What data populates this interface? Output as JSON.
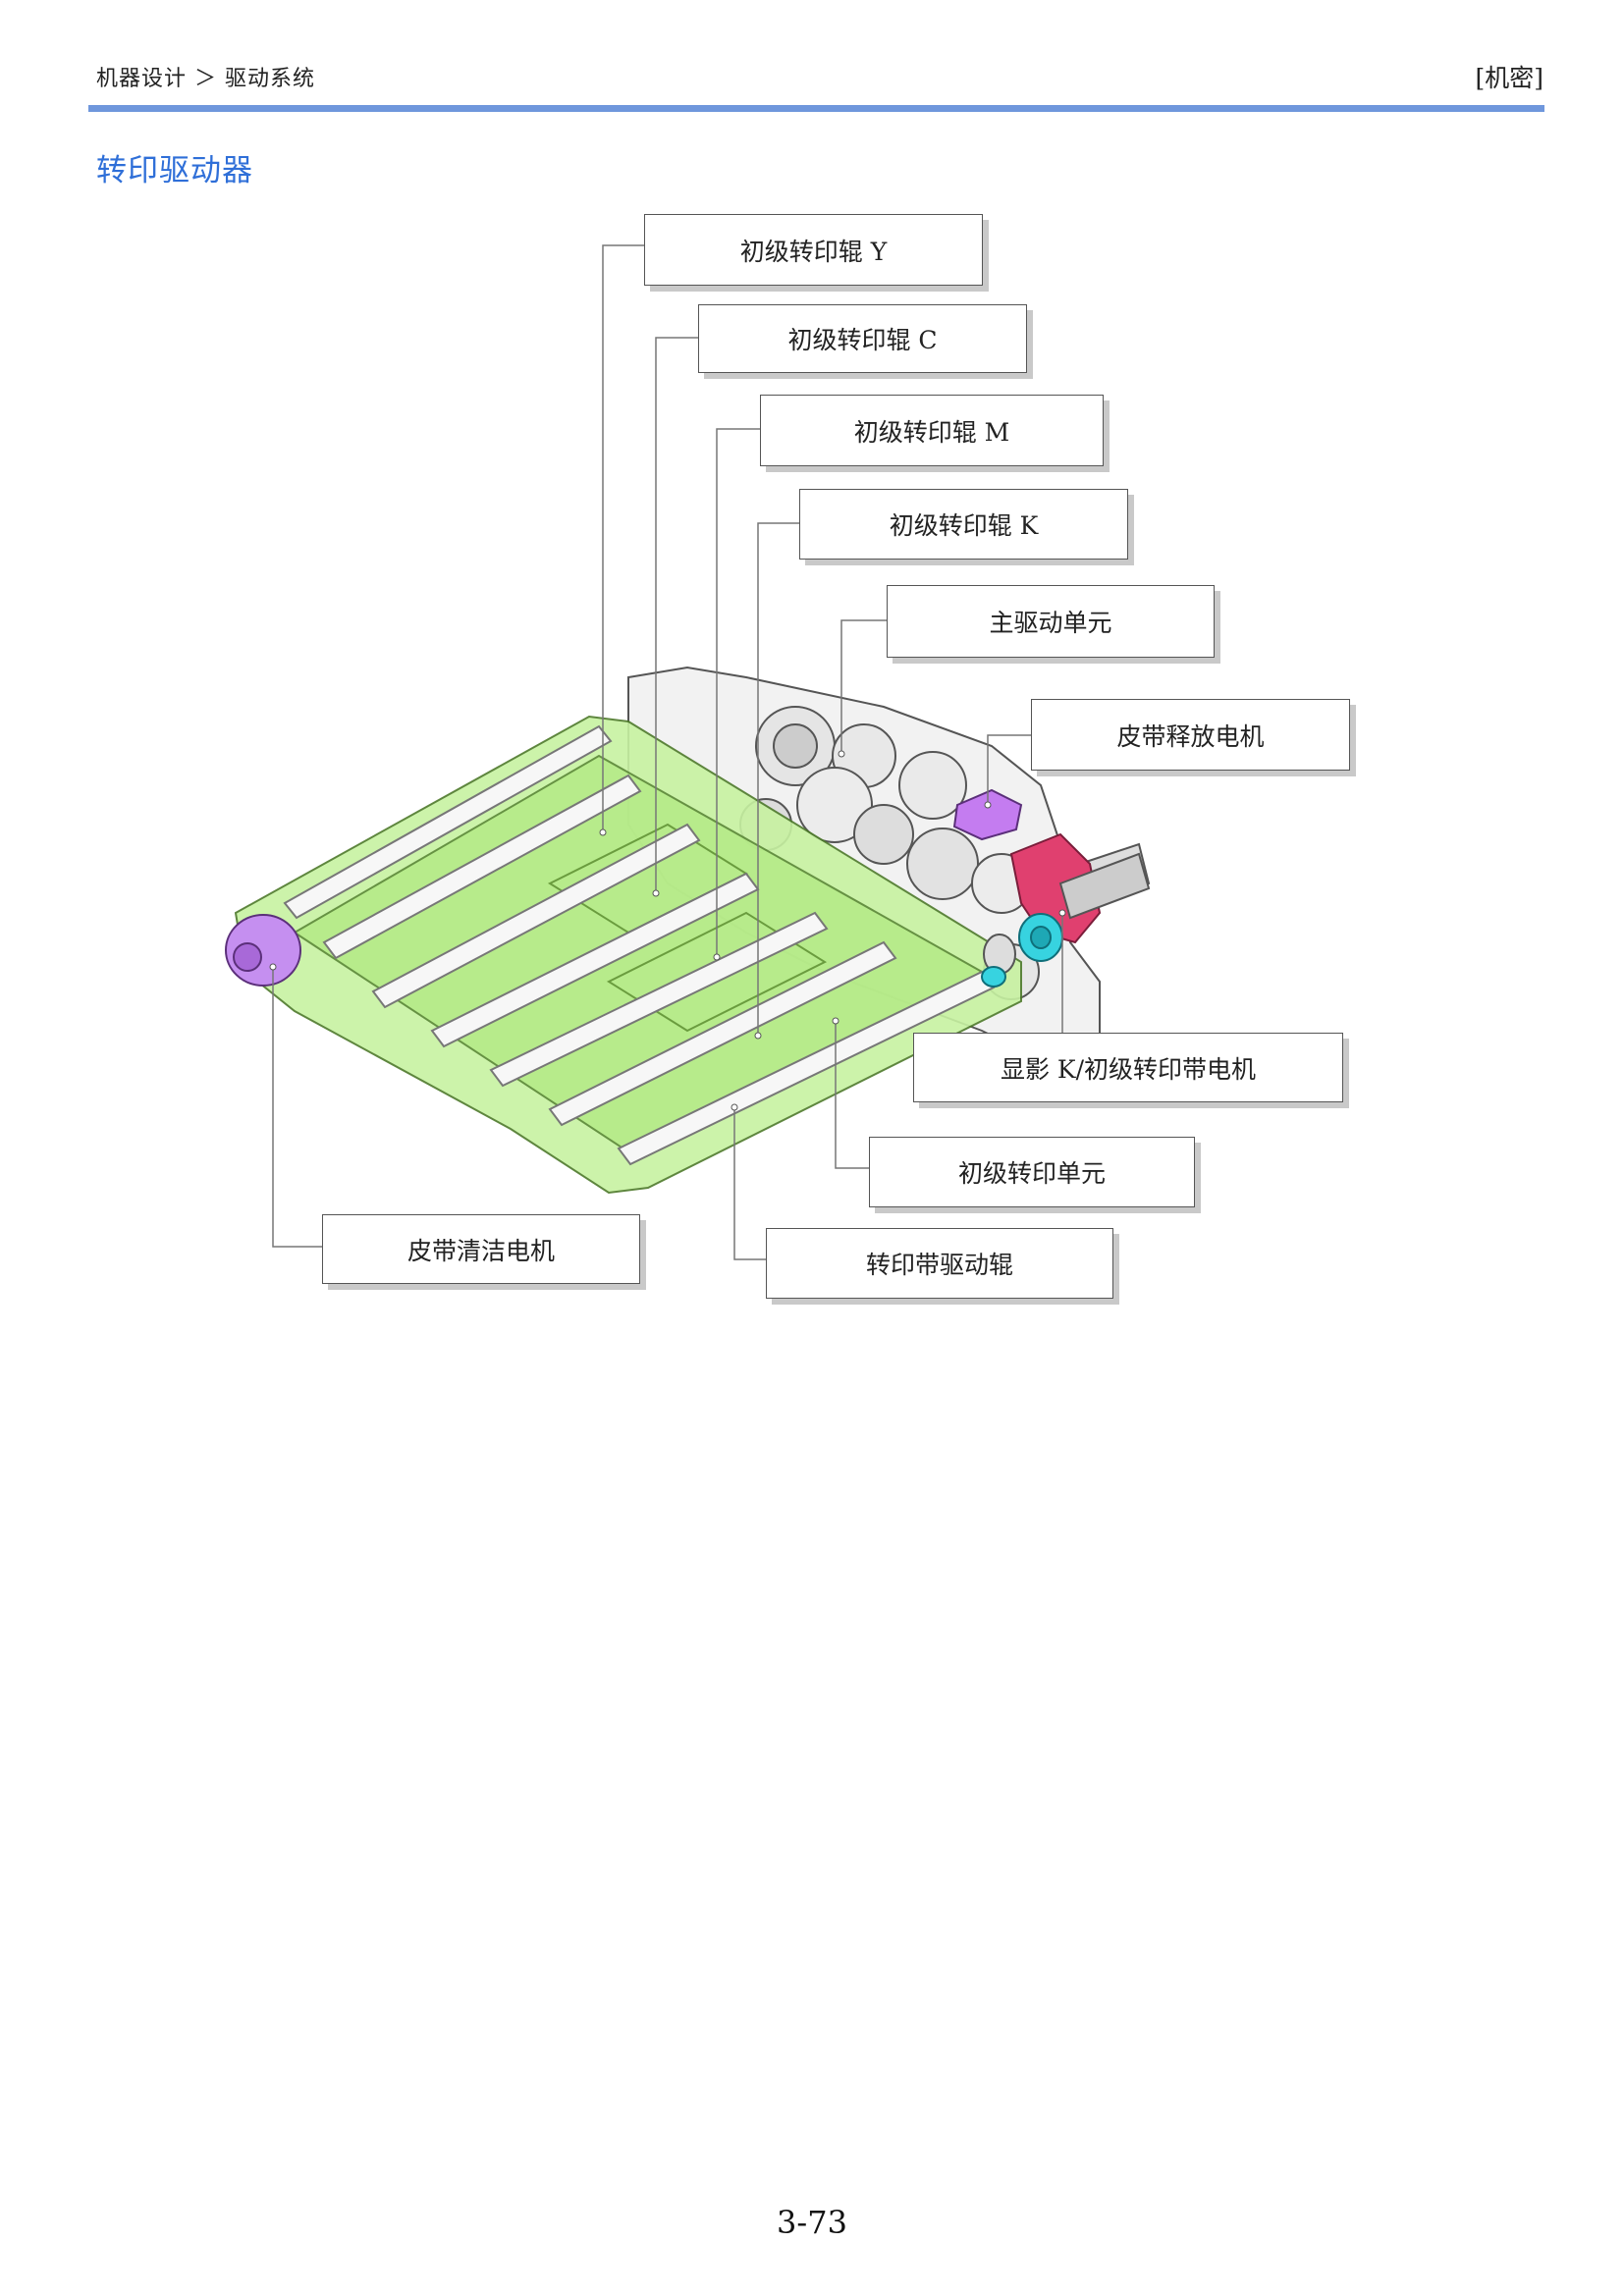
{
  "header": {
    "breadcrumb": "机器设计 ＞ 驱动系统",
    "classification": "[机密]",
    "rule_color": "#6f97dc"
  },
  "section_title": "转印驱动器",
  "section_title_color": "#2f6fd8",
  "labels": {
    "primary_transfer_roller_y": "初级转印辊  Y",
    "primary_transfer_roller_c": "初级转印辊  C",
    "primary_transfer_roller_m": "初级转印辊  M",
    "primary_transfer_roller_k": "初级转印辊  K",
    "main_drive_unit": "主驱动单元",
    "belt_release_motor": "皮带释放电机",
    "developer_k_belt_motor": "显影  K/初级转印带电机",
    "primary_transfer_unit": "初级转印单元",
    "transfer_belt_drive_roller": "转印带驱动辊",
    "belt_cleaning_motor": "皮带清洁电机"
  },
  "colors": {
    "frame_green": "#b9ef8f",
    "belt_motor_purple": "#c58ff0",
    "release_motor_purple": "#c47cf0",
    "main_motor_pink": "#e0406f",
    "coupling_cyan": "#37d3e0"
  },
  "page_number": "3-73"
}
